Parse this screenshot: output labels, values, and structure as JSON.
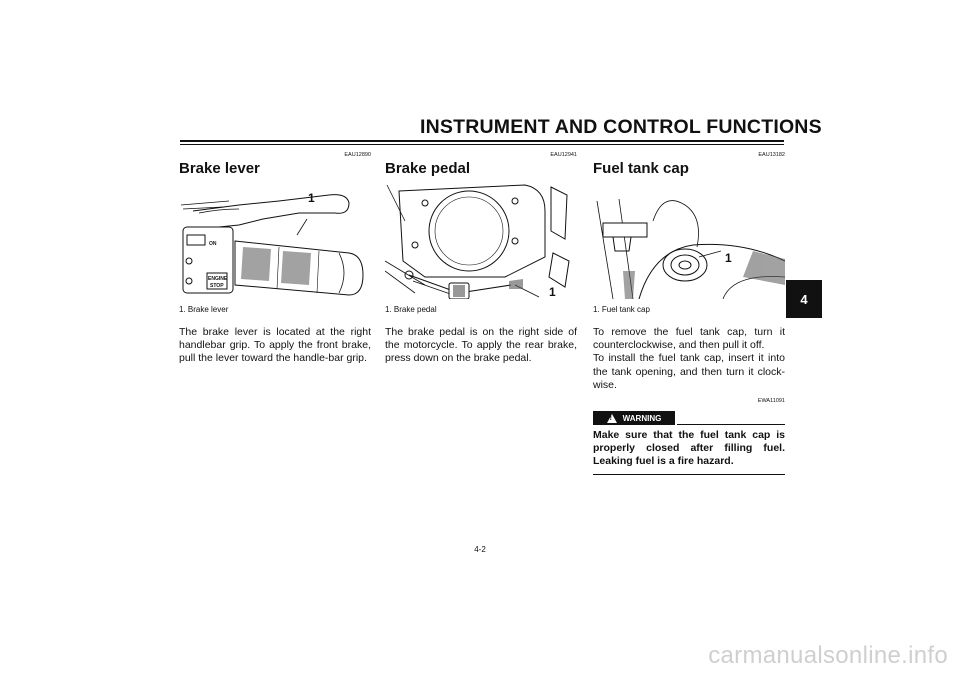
{
  "header": {
    "title": "INSTRUMENT AND CONTROL FUNCTIONS"
  },
  "chapter_tab": "4",
  "sections": [
    {
      "code": "EAU12890",
      "heading": "Brake lever",
      "callout": "1",
      "caption": "1. Brake lever",
      "body": "The brake lever is located at the right handlebar grip. To apply the front brake, pull the lever toward the handle-bar grip."
    },
    {
      "code": "EAU12941",
      "heading": "Brake pedal",
      "callout": "1",
      "caption": "1. Brake pedal",
      "body": "The brake pedal is on the right side of the motorcycle. To apply the rear brake, press down on the brake pedal."
    },
    {
      "code": "EAU13182",
      "heading": "Fuel tank cap",
      "callout": "1",
      "caption": "1. Fuel tank cap",
      "body_1": "To remove the fuel tank cap, turn it counterclockwise, and then pull it off.",
      "body_2": "To install the fuel tank cap, insert it into the tank opening, and then turn it clock-wise.",
      "warning": {
        "code": "EWA11091",
        "label": "WARNING",
        "text": "Make sure that the fuel tank cap is properly closed after filling fuel. Leaking fuel is a fire hazard."
      }
    }
  ],
  "handlebar_labels": {
    "on": "ON",
    "engine_stop_1": "ENGINE",
    "engine_stop_2": "STOP"
  },
  "page_number": "4-2",
  "watermark": "carmanualsonline.info"
}
